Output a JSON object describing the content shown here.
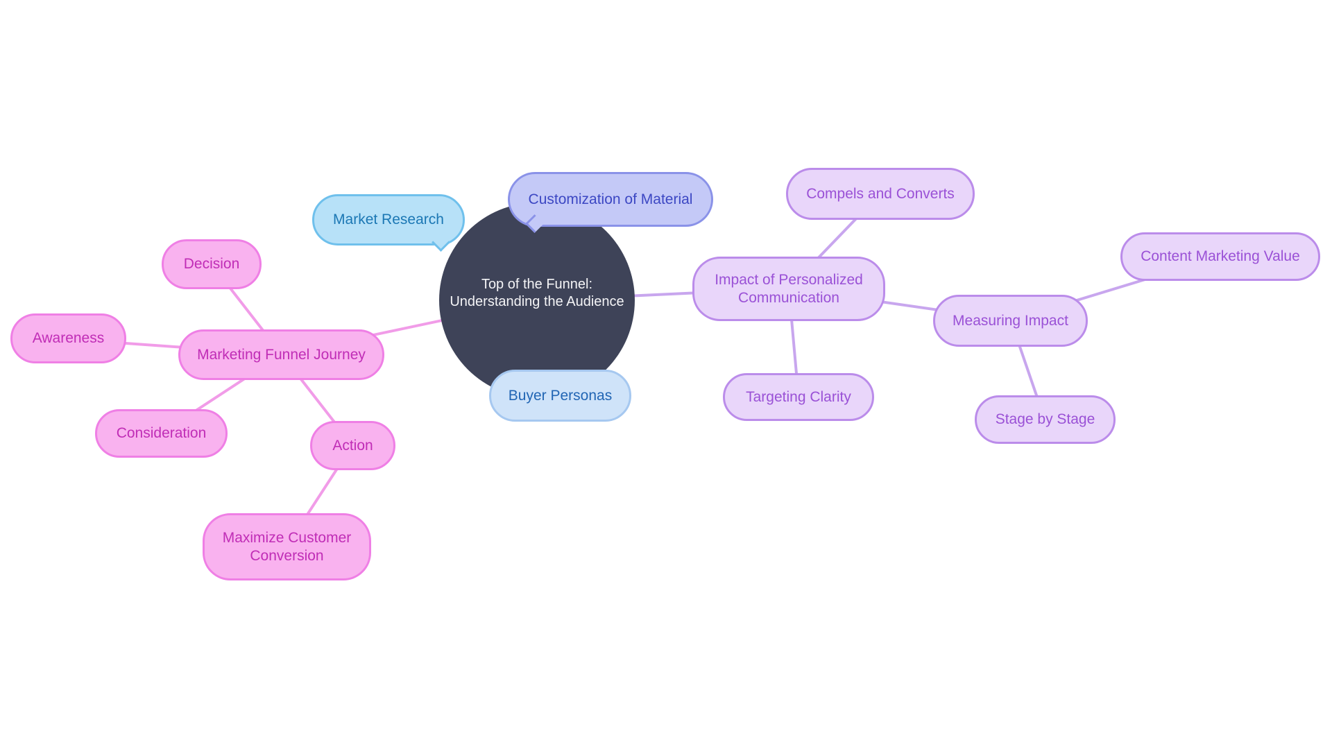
{
  "diagram": {
    "type": "mindmap",
    "background": "#ffffff",
    "central": {
      "line1": "Top of the Funnel:",
      "line2": "Understanding the Audience"
    },
    "nodes": {
      "market_research": {
        "label": "Market Research"
      },
      "customization_of_material": {
        "label": "Customization of Material"
      },
      "buyer_personas": {
        "label": "Buyer Personas"
      },
      "marketing_funnel_journey": {
        "label": "Marketing Funnel Journey"
      },
      "decision": {
        "label": "Decision"
      },
      "awareness": {
        "label": "Awareness"
      },
      "consideration": {
        "label": "Consideration"
      },
      "action": {
        "label": "Action"
      },
      "maximize_customer_conversion": {
        "label": "Maximize Customer Conversion"
      },
      "impact_of_personalized_communication": {
        "label": "Impact of Personalized Communication"
      },
      "compels_and_converts": {
        "label": "Compels and Converts"
      },
      "targeting_clarity": {
        "label": "Targeting Clarity"
      },
      "measuring_impact": {
        "label": "Measuring Impact"
      },
      "content_marketing_value": {
        "label": "Content Marketing Value"
      },
      "stage_by_stage": {
        "label": "Stage by Stage"
      }
    },
    "edges": [
      {
        "from": "central",
        "to": "marketing_funnel_journey",
        "color": "pink"
      },
      {
        "from": "marketing_funnel_journey",
        "to": "decision",
        "color": "pink"
      },
      {
        "from": "marketing_funnel_journey",
        "to": "awareness",
        "color": "pink"
      },
      {
        "from": "marketing_funnel_journey",
        "to": "consideration",
        "color": "pink"
      },
      {
        "from": "marketing_funnel_journey",
        "to": "action",
        "color": "pink"
      },
      {
        "from": "action",
        "to": "maximize_customer_conversion",
        "color": "pink"
      },
      {
        "from": "central",
        "to": "impact_of_personalized_communication",
        "color": "purple"
      },
      {
        "from": "impact_of_personalized_communication",
        "to": "compels_and_converts",
        "color": "purple"
      },
      {
        "from": "impact_of_personalized_communication",
        "to": "targeting_clarity",
        "color": "purple"
      },
      {
        "from": "impact_of_personalized_communication",
        "to": "measuring_impact",
        "color": "purple"
      },
      {
        "from": "measuring_impact",
        "to": "content_marketing_value",
        "color": "purple"
      },
      {
        "from": "measuring_impact",
        "to": "stage_by_stage",
        "color": "purple"
      }
    ],
    "colors": {
      "central_fill": "#3e4358",
      "central_text": "#f4f4f6",
      "pink_fill": "#f9b2ef",
      "pink_border": "#ef7fe5",
      "pink_text": "#c02db6",
      "pink_edge": "#f19ce8",
      "purple_fill": "#e9d6fa",
      "purple_border": "#bb8cea",
      "purple_text": "#9a51d6",
      "purple_edge": "#c8a6ee",
      "cyan_fill": "#b7e1f8",
      "cyan_border": "#6fc0ec",
      "cyan_text": "#1b77b4",
      "sky_fill": "#cfe3f9",
      "sky_border": "#a6c8f0",
      "sky_text": "#2165b4",
      "periwinkle_fill": "#c4c9f7",
      "periwinkle_border": "#8a92e8",
      "periwinkle_text": "#3c47c3"
    }
  }
}
